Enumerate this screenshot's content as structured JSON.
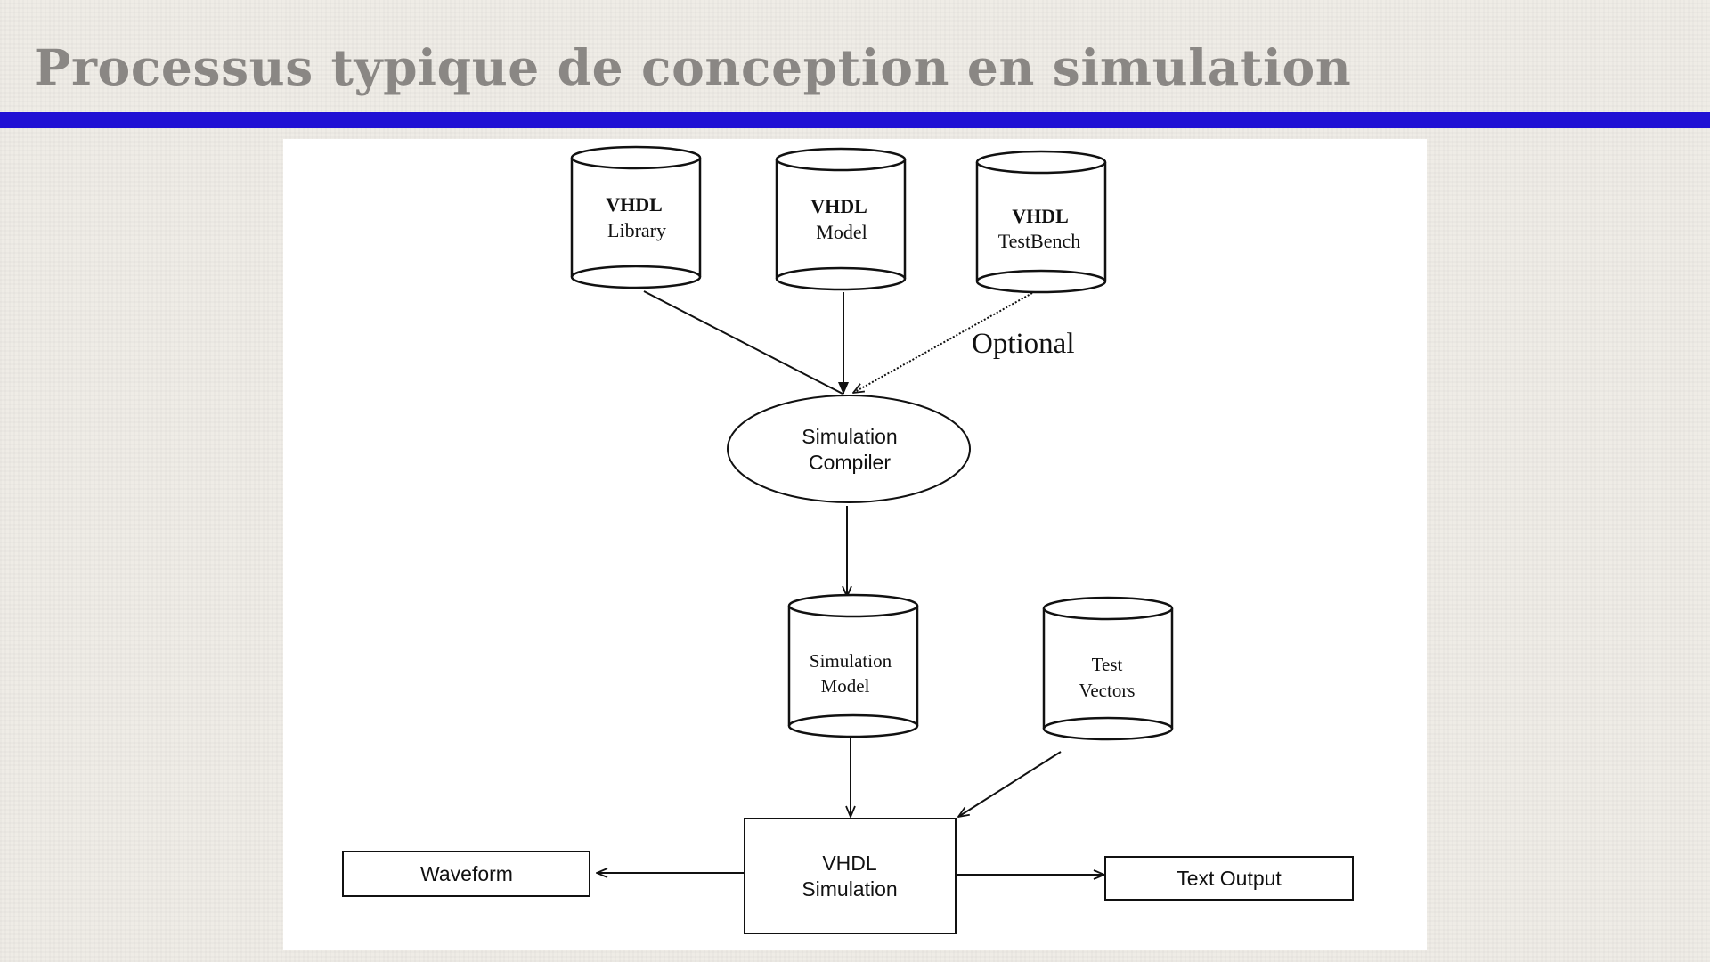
{
  "slide": {
    "title": "Processus typique de conception en simulation",
    "accent_color": "#2010d4",
    "title_color": "#8a8784"
  },
  "diagram": {
    "nodes": {
      "vhdl_library": {
        "bold": "VHDL",
        "label": "Library",
        "shape": "cylinder"
      },
      "vhdl_model": {
        "bold": "VHDL",
        "label": "Model",
        "shape": "cylinder"
      },
      "vhdl_testbench": {
        "bold": "VHDL",
        "label": "TestBench",
        "shape": "cylinder"
      },
      "simulation_compiler": {
        "line1": "Simulation",
        "line2": "Compiler",
        "shape": "ellipse"
      },
      "simulation_model": {
        "line1": "Simulation",
        "line2": "Model",
        "shape": "cylinder"
      },
      "test_vectors": {
        "line1": "Test",
        "line2": "Vectors",
        "shape": "cylinder"
      },
      "vhdl_simulation": {
        "line1": "VHDL",
        "line2": "Simulation",
        "shape": "box"
      },
      "waveform": {
        "label": "Waveform",
        "shape": "box"
      },
      "text_output": {
        "label": "Text Output",
        "shape": "box"
      }
    },
    "edges": [
      {
        "from": "VHDL Library",
        "to": "Simulation Compiler",
        "style": "solid"
      },
      {
        "from": "VHDL Model",
        "to": "Simulation Compiler",
        "style": "solid"
      },
      {
        "from": "VHDL TestBench",
        "to": "Simulation Compiler",
        "style": "dotted",
        "label": "Optional"
      },
      {
        "from": "Simulation Compiler",
        "to": "Simulation Model",
        "style": "solid"
      },
      {
        "from": "Simulation Model",
        "to": "VHDL Simulation",
        "style": "solid"
      },
      {
        "from": "Test Vectors",
        "to": "VHDL Simulation",
        "style": "solid"
      },
      {
        "from": "VHDL Simulation",
        "to": "Waveform",
        "style": "solid"
      },
      {
        "from": "VHDL Simulation",
        "to": "Text Output",
        "style": "solid"
      }
    ],
    "optional_label": "Optional"
  }
}
